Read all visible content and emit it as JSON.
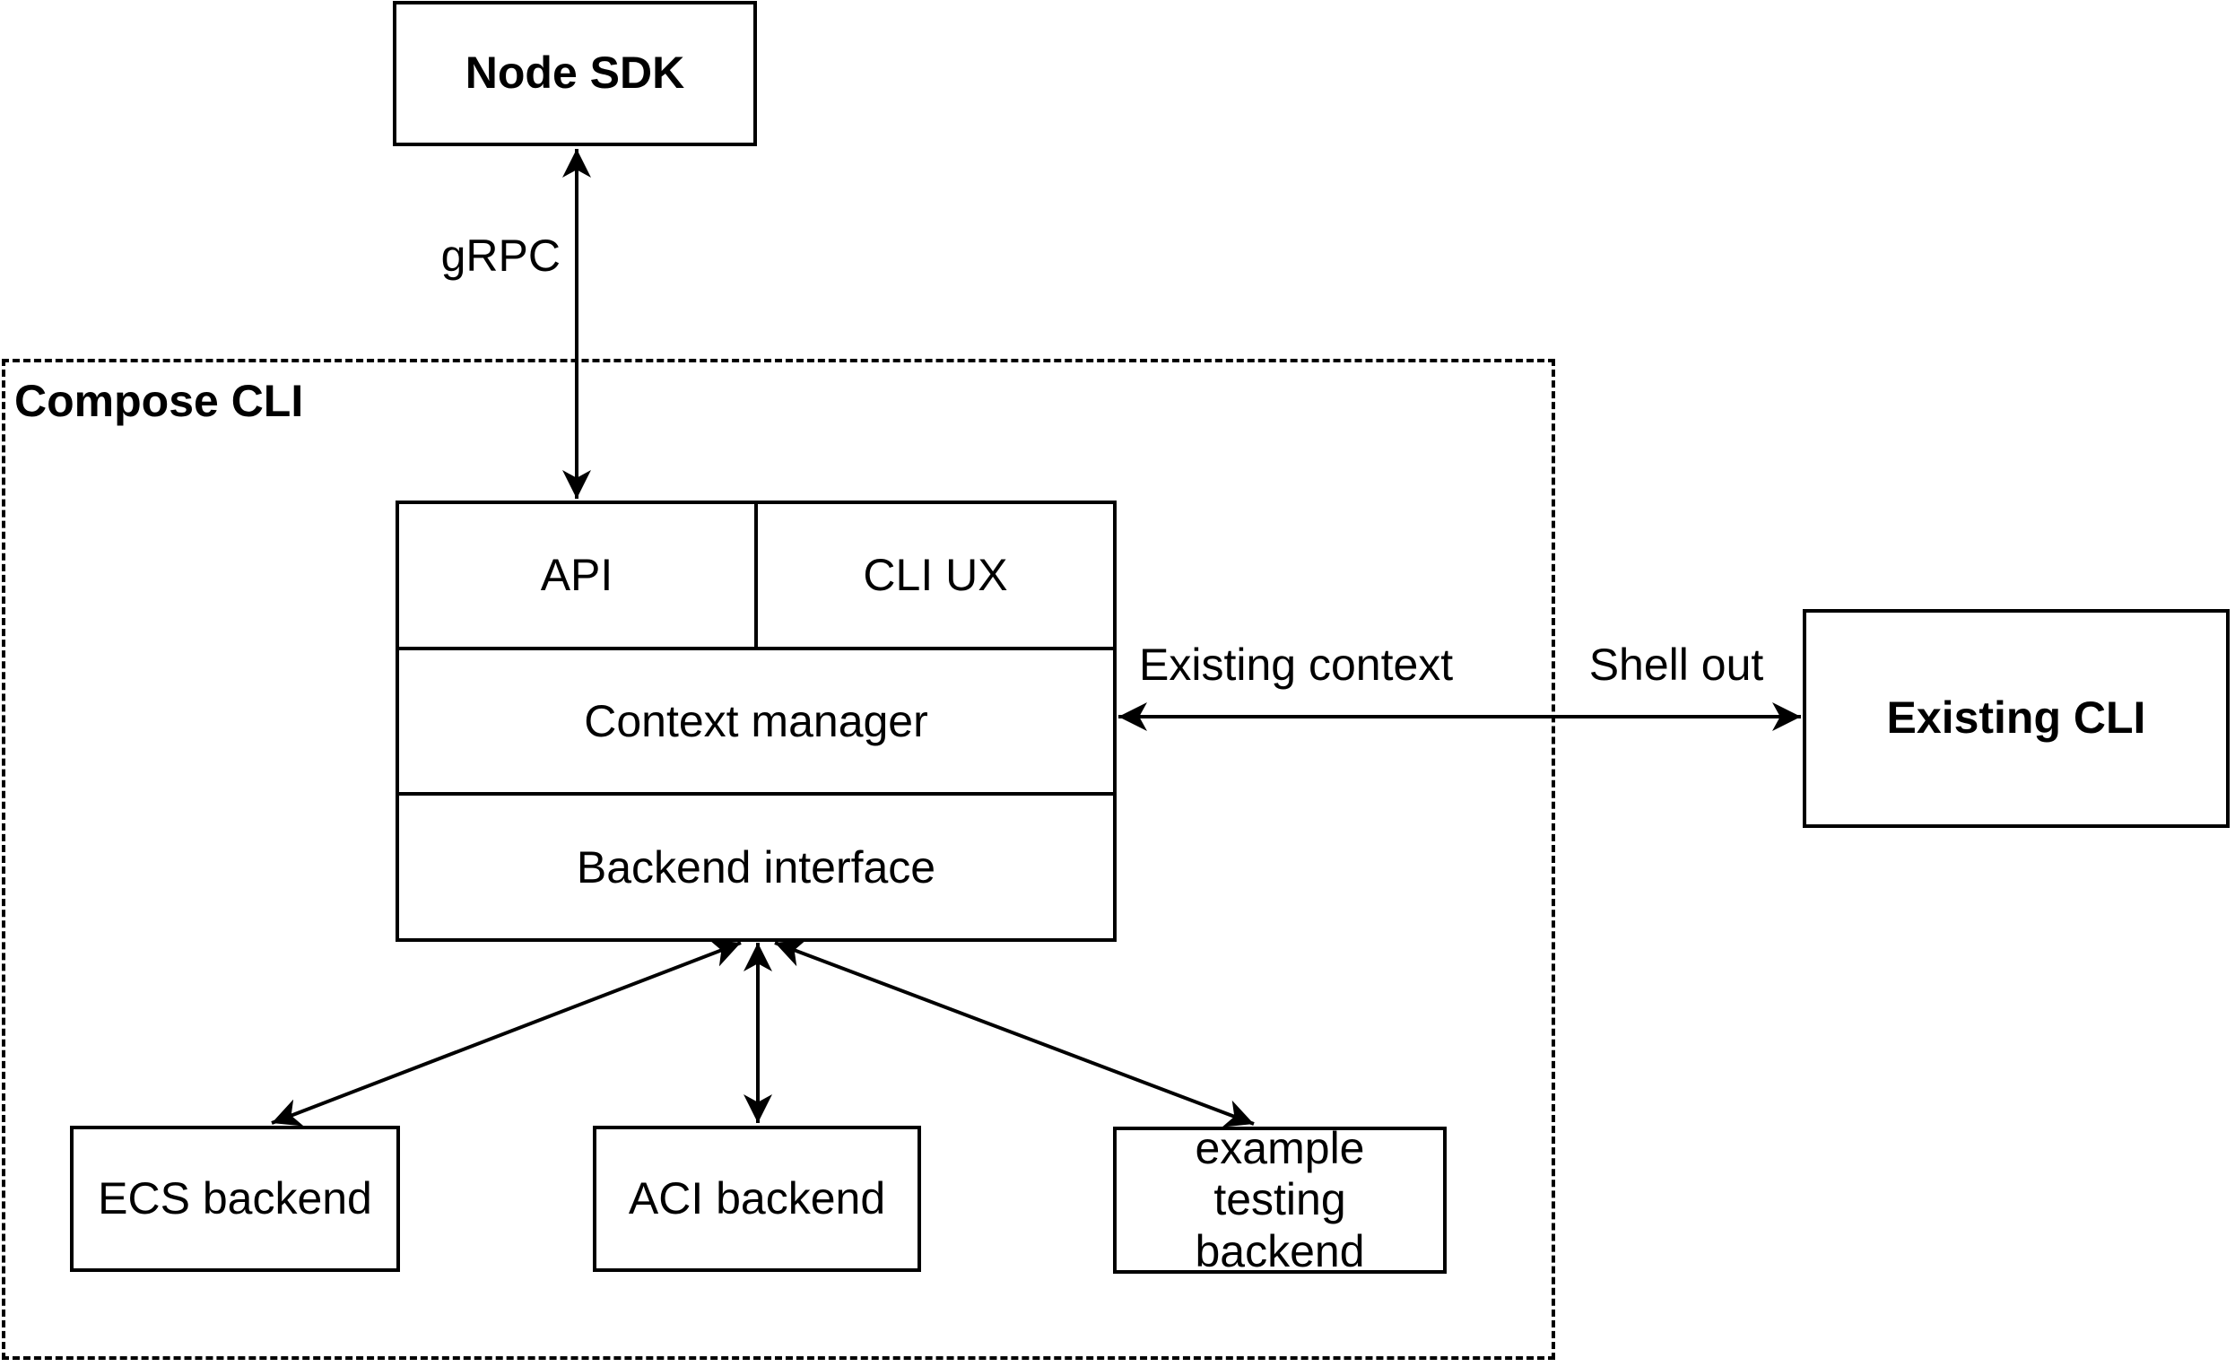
{
  "nodes": {
    "node_sdk": "Node SDK",
    "compose_cli": "Compose CLI",
    "api": "API",
    "cli_ux": "CLI UX",
    "context_manager": "Context manager",
    "backend_interface": "Backend interface",
    "ecs_backend": "ECS backend",
    "aci_backend": "ACI backend",
    "example_testing_backend": "example testing backend",
    "existing_cli": "Existing CLI"
  },
  "edge_labels": {
    "grpc": "gRPC",
    "existing_context": "Existing context",
    "shell_out": "Shell out"
  },
  "edges": [
    {
      "from": "Node SDK",
      "to": "Compose CLI stack (API)",
      "label": "gRPC",
      "arrows": "both"
    },
    {
      "from": "Context manager",
      "to": "Existing CLI",
      "label_inside": "Existing context",
      "label_outside": "Shell out",
      "arrows": "both"
    },
    {
      "from": "Backend interface",
      "to": "ECS backend",
      "arrows": "both"
    },
    {
      "from": "Backend interface",
      "to": "ACI backend",
      "arrows": "both"
    },
    {
      "from": "Backend interface",
      "to": "example testing backend",
      "arrows": "both"
    }
  ],
  "colors": {
    "stroke": "#000000",
    "background": "#ffffff",
    "text": "#000000"
  }
}
